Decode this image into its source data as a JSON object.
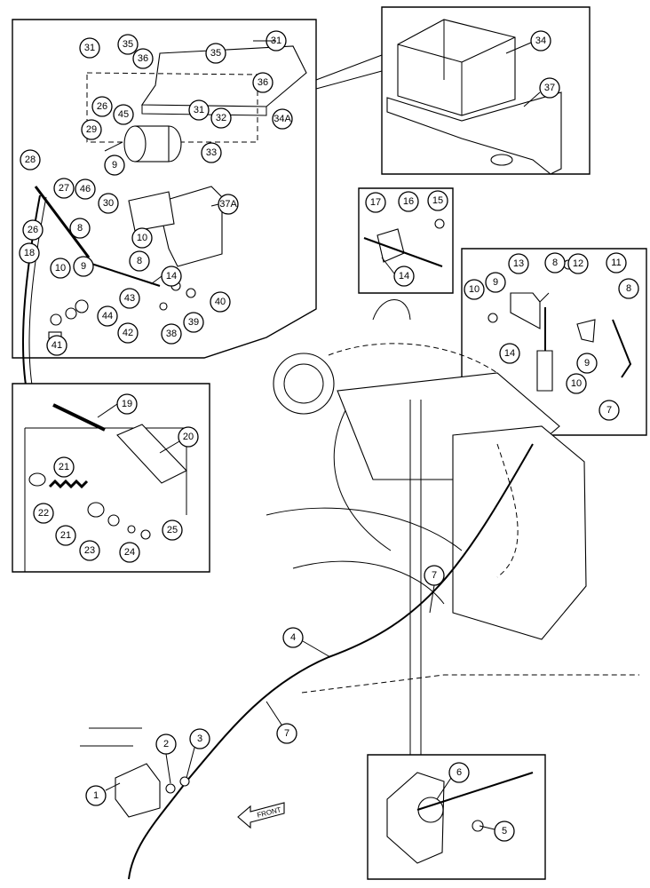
{
  "direction_label": "FRONT",
  "callouts": {
    "c1": "1",
    "c2": "2",
    "c3": "3",
    "c4": "4",
    "c5": "5",
    "c6": "6",
    "c7": "7",
    "c8": "8",
    "c9": "9",
    "c10": "10",
    "c11": "11",
    "c12": "12",
    "c13": "13",
    "c14": "14",
    "c15": "15",
    "c16": "16",
    "c17": "17",
    "c18": "18",
    "c19": "19",
    "c20": "20",
    "c21": "21",
    "c22": "22",
    "c23": "23",
    "c24": "24",
    "c25": "25",
    "c26": "26",
    "c27": "27",
    "c28": "28",
    "c29": "29",
    "c30": "30",
    "c31": "31",
    "c32": "32",
    "c33": "33",
    "c34": "34",
    "c34a": "34A",
    "c35": "35",
    "c36": "36",
    "c37": "37",
    "c37a": "37A",
    "c38": "38",
    "c39": "39",
    "c40": "40",
    "c41": "41",
    "c42": "42",
    "c43": "43",
    "c44": "44",
    "c45": "45",
    "c46": "46"
  }
}
